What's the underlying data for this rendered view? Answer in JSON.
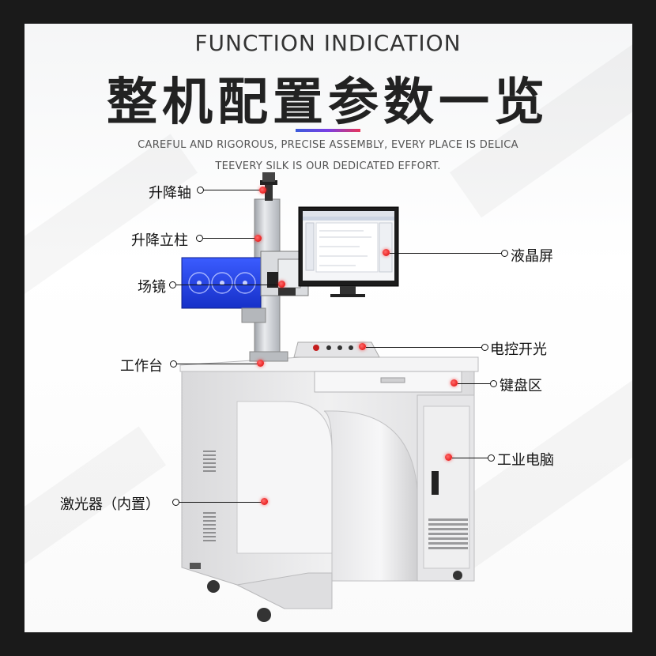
{
  "header": {
    "title_en": "FUNCTION INDICATION",
    "title_cn": "整机配置参数一览",
    "subtitle_line1": "CAREFUL AND RIGOROUS, PRECISE ASSEMBLY, EVERY PLACE IS DELICA",
    "subtitle_line2": "TEEVERY SILK IS OUR DEDICATED EFFORT."
  },
  "labels": {
    "lift_axis": "升降轴",
    "lift_column": "升降立柱",
    "field_lens": "场镜",
    "worktable": "工作台",
    "laser_internal": "激光器（内置）",
    "lcd_screen": "液晶屏",
    "power_switch": "电控开光",
    "keyboard_area": "键盘区",
    "industrial_pc": "工业电脑"
  },
  "colors": {
    "accent_start": "#3b5bdb",
    "accent_end": "#e8345a",
    "laser_housing": "#1f3fe0",
    "cabinet": "#e9e9ea",
    "marker": "#e00000"
  }
}
